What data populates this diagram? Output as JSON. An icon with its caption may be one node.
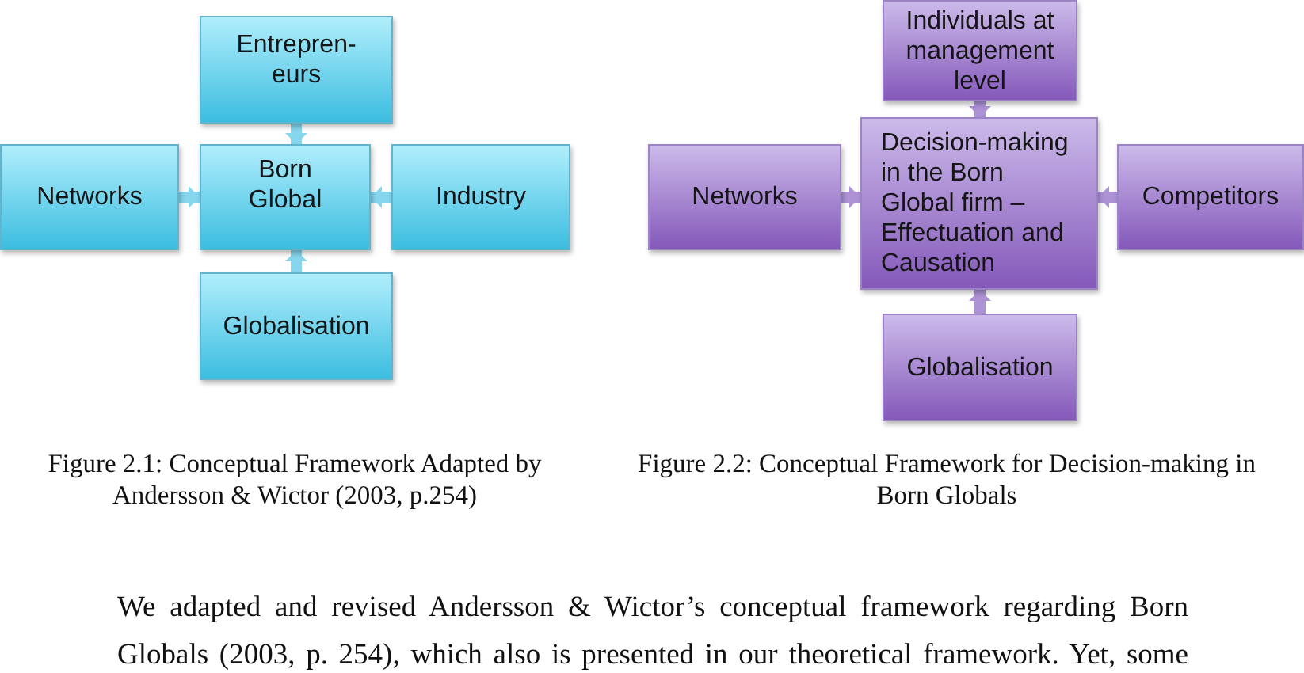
{
  "diagram": {
    "nodes": [
      {
        "text": [
          "Entrepren- eurs"
        ]
      },
      {
        "text": [
          "Networks"
        ]
      },
      {
        "text": [
          "Born Global"
        ]
      },
      {
        "text": [
          "Industry"
        ]
      },
      {
        "text": [
          "Globalisation"
        ]
      },
      {
        "text": [
          "Individuals at management level"
        ]
      },
      {
        "text": [
          "Networks"
        ]
      },
      {
        "text": [
          "Decision-making in the Born Global firm – Effectuation and Causation"
        ]
      },
      {
        "text": [
          "Competitors"
        ]
      },
      {
        "text": [
          "Globalisation"
        ]
      }
    ],
    "edges": [
      {
        "from": 0,
        "to": 2,
        "arrow": "to",
        "color": "#86d6ee"
      },
      {
        "from": 1,
        "to": 2,
        "arrow": "to",
        "color": "#86d6ee"
      },
      {
        "from": 3,
        "to": 2,
        "arrow": "to",
        "color": "#86d6ee"
      },
      {
        "from": 4,
        "to": 2,
        "arrow": "to",
        "color": "#86d6ee"
      },
      {
        "from": 5,
        "to": 7,
        "arrow": "to",
        "color": "#ad92d6"
      },
      {
        "from": 6,
        "to": 7,
        "arrow": "to",
        "color": "#ad92d6"
      },
      {
        "from": 8,
        "to": 7,
        "arrow": "to",
        "color": "#ad92d6"
      },
      {
        "from": 9,
        "to": 7,
        "arrow": "to",
        "color": "#ad92d6"
      }
    ],
    "labels": [
      "Figure 2.1: Conceptual Framework Adapted by Andersson & Wictor (2003, p.254)",
      "Figure 2.2: Conceptual Framework for Decision-making in Born Globals",
      "We adapted and revised Andersson & Wictor’s conceptual framework regarding Born Globals (2003, p. 254), which also is presented in our theoretical framework. Yet, some"
    ]
  }
}
